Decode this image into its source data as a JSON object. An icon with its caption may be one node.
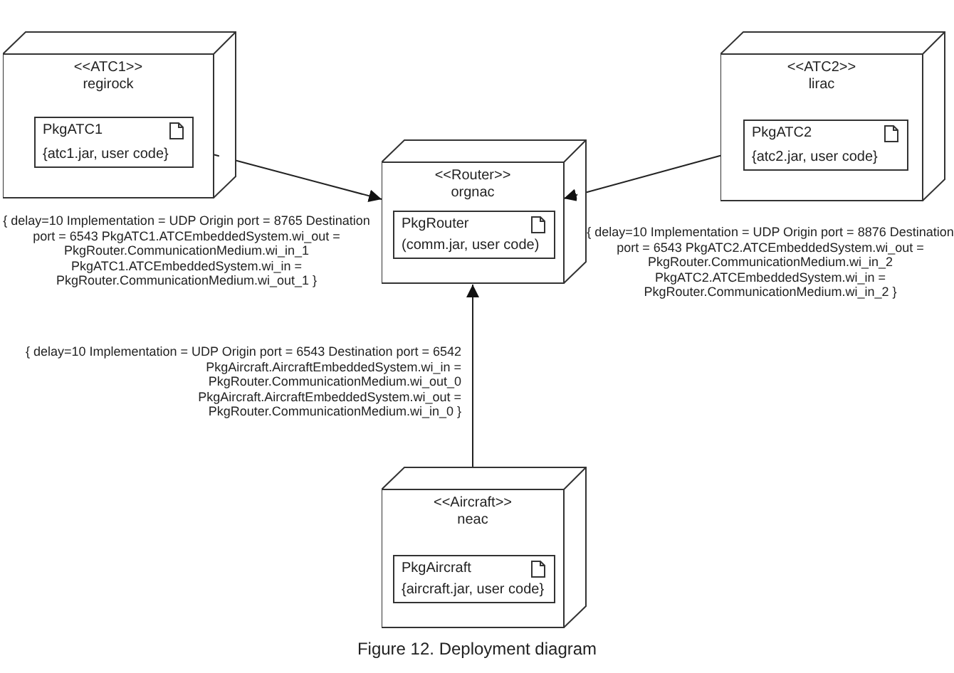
{
  "diagram": {
    "caption": "Figure 12. Deployment diagram",
    "nodes": [
      {
        "text": [
          "<<ATC1>>",
          "regirock"
        ]
      },
      {
        "text": [
          "PkgATC1",
          "{atc1.jar, user code}"
        ],
        "in": 0
      },
      {
        "text": [
          "<<ATC2>>",
          "lirac"
        ]
      },
      {
        "text": [
          "PkgATC2",
          "{atc2.jar, user code}"
        ],
        "in": 2
      },
      {
        "text": [
          "<<Router>>",
          "orgnac"
        ]
      },
      {
        "text": [
          "PkgRouter",
          "(comm.jar, user code)"
        ],
        "in": 4
      },
      {
        "text": [
          "<<Aircraft>>",
          "neac"
        ]
      },
      {
        "text": [
          "PkgAircraft",
          "{aircraft.jar, user code}"
        ],
        "in": 6
      }
    ],
    "edges": [
      {
        "from": 0,
        "to": 4,
        "arrow": "to",
        "label": "{ delay=10 Implementation = UDP Origin port = 8765 Destination port = 6543 PkgATC1.ATCEmbeddedSystem.wi_out = PkgRouter.CommunicationMedium.wi_in_1 PkgATC1.ATCEmbeddedSystem.wi_in = PkgRouter.CommunicationMedium.wi_out_1 }"
      },
      {
        "from": 2,
        "to": 4,
        "arrow": "to",
        "label": "{ delay=10 Implementation = UDP Origin port = 8876 Destination port = 6543 PkgATC2.ATCEmbeddedSystem.wi_out = PkgRouter.CommunicationMedium.wi_in_2 PkgATC2.ATCEmbeddedSystem.wi_in = PkgRouter.CommunicationMedium.wi_in_2 }"
      },
      {
        "from": 6,
        "to": 4,
        "arrow": "to",
        "label": "{ delay=10 Implementation = UDP Origin port = 6543 Destination port = 6542 PkgAircraft.AircraftEmbeddedSystem.wi_in = PkgRouter.CommunicationMedium.wi_out_0 PkgAircraft.AircraftEmbeddedSystem.wi_out = PkgRouter.CommunicationMedium.wi_in_0 }"
      }
    ]
  }
}
